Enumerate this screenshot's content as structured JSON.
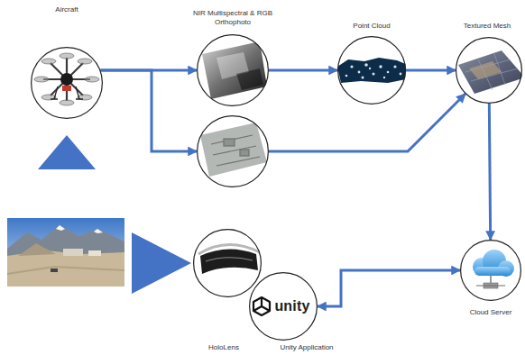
{
  "diagram": {
    "nodes": [
      {
        "text": [
          "Aircraft"
        ]
      },
      {
        "text": [
          "NIR Multispectral & RGB Orthophoto"
        ]
      },
      {
        "text": [
          "Point Cloud"
        ]
      },
      {
        "text": [
          "Textured Mesh"
        ]
      },
      {
        "text": []
      },
      {
        "text": [
          "Cloud Server"
        ]
      },
      {
        "text": [
          "HoloLens"
        ]
      },
      {
        "text": [
          "unity",
          "Unity Application"
        ]
      }
    ],
    "edges": [
      {
        "from": 0,
        "to": 1,
        "arrow": "to"
      },
      {
        "from": 0,
        "to": 4,
        "arrow": "to"
      },
      {
        "from": 1,
        "to": 2,
        "arrow": "to"
      },
      {
        "from": 2,
        "to": 3,
        "arrow": "to"
      },
      {
        "from": 4,
        "to": 3,
        "arrow": "to"
      },
      {
        "from": 3,
        "to": 5,
        "arrow": "to"
      },
      {
        "from": 5,
        "to": 7,
        "arrow": "both"
      }
    ]
  }
}
